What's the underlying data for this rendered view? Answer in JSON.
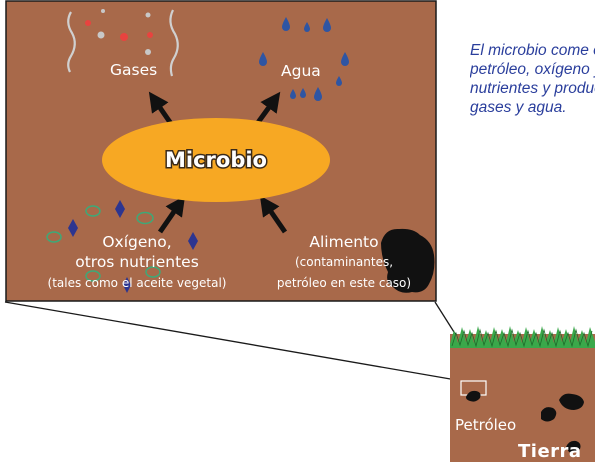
{
  "zoom_panel": {
    "label_gases": "Gases",
    "label_agua": "Agua",
    "label_microbio": "Microbio",
    "label_oxigeno_line1": "Oxígeno,",
    "label_oxigeno_line2": "otros nutrientes",
    "label_oxigeno_line3": "(tales como el aceite vegetal)",
    "label_alimento_line1": "Alimento",
    "label_alimento_line2": "(contaminantes,",
    "label_alimento_line3": "petróleo en este caso)"
  },
  "caption": {
    "lines": [
      "El microbio come el",
      "petróleo, oxígeno y",
      "nutrientes y produce",
      "gases y agua."
    ]
  },
  "soil_inset": {
    "label_petroleo": "Petróleo",
    "label_tierra": "Tierra"
  },
  "colors": {
    "soil": "#a8694a",
    "microbe": "#f7a823",
    "caption_text": "#2a3e9c",
    "water_drop": "#2e55a3",
    "diamond": "#2c3590",
    "ring": "#3fa877",
    "grass": "#3aa84a"
  }
}
